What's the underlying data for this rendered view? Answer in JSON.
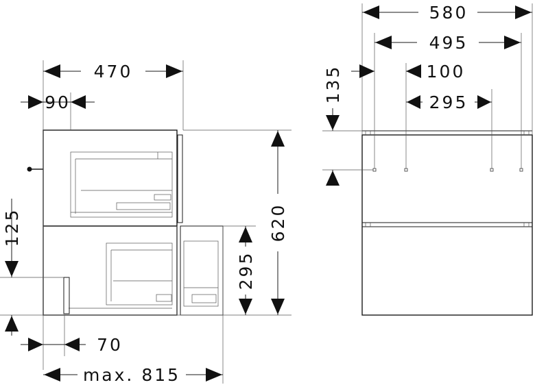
{
  "dimensions": {
    "side_width": "470",
    "handle_offset": "90",
    "total_height": "620",
    "drawer_height": "295",
    "low_offset": "125",
    "knee_offset": "70",
    "max_depth": "max. 815",
    "front_width": "580",
    "rail_width": "495",
    "hole_offset": "100",
    "hole_spacing": "295",
    "hole_height": "135"
  }
}
